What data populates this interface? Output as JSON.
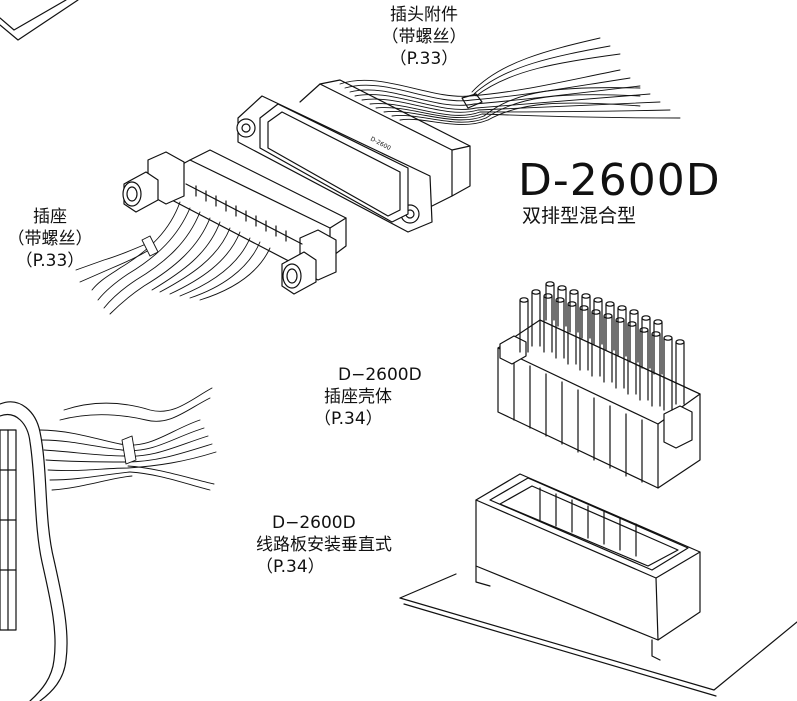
{
  "title": "D-2600D",
  "subtitle": "双排型混合型",
  "callouts": {
    "plug_accessory": {
      "line1": "插头附件",
      "line2": "（带螺丝）",
      "line3": "（P.33）"
    },
    "socket": {
      "line1": "插座",
      "line2": "（带螺丝）",
      "line3": "（P.33）"
    },
    "socket_housing": {
      "line1": "D−2600D",
      "line2": "插座壳体",
      "line3": "（P.34）"
    },
    "pcb_vertical": {
      "line1": "D−2600D",
      "line2": "线路板安装垂直式",
      "line3": "（P.34）"
    }
  },
  "plug_marking": "D-2600"
}
